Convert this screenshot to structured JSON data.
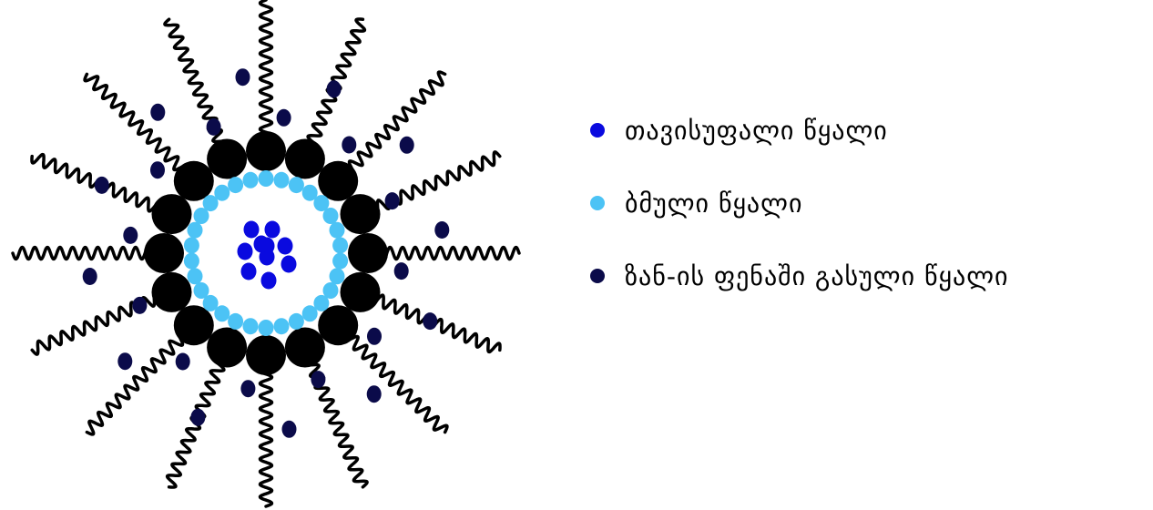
{
  "colors": {
    "free_water": "#0a0adf",
    "bound_water": "#4cc3f5",
    "trapped_water": "#0b0b4a",
    "head_group": "#000000",
    "tail": "#000000"
  },
  "legend": [
    {
      "label": "თავისუფალი წყალი",
      "color": "#0a0adf"
    },
    {
      "label": "ბმული წყალი",
      "color": "#4cc3f5"
    },
    {
      "label": "ზან-ის ფენაში გასული წყალი",
      "color": "#0b0b4a"
    }
  ],
  "diagram": {
    "head_count": 16,
    "bound_water_count": 30,
    "free_water_count": 10,
    "trapped_water_count": 24
  }
}
